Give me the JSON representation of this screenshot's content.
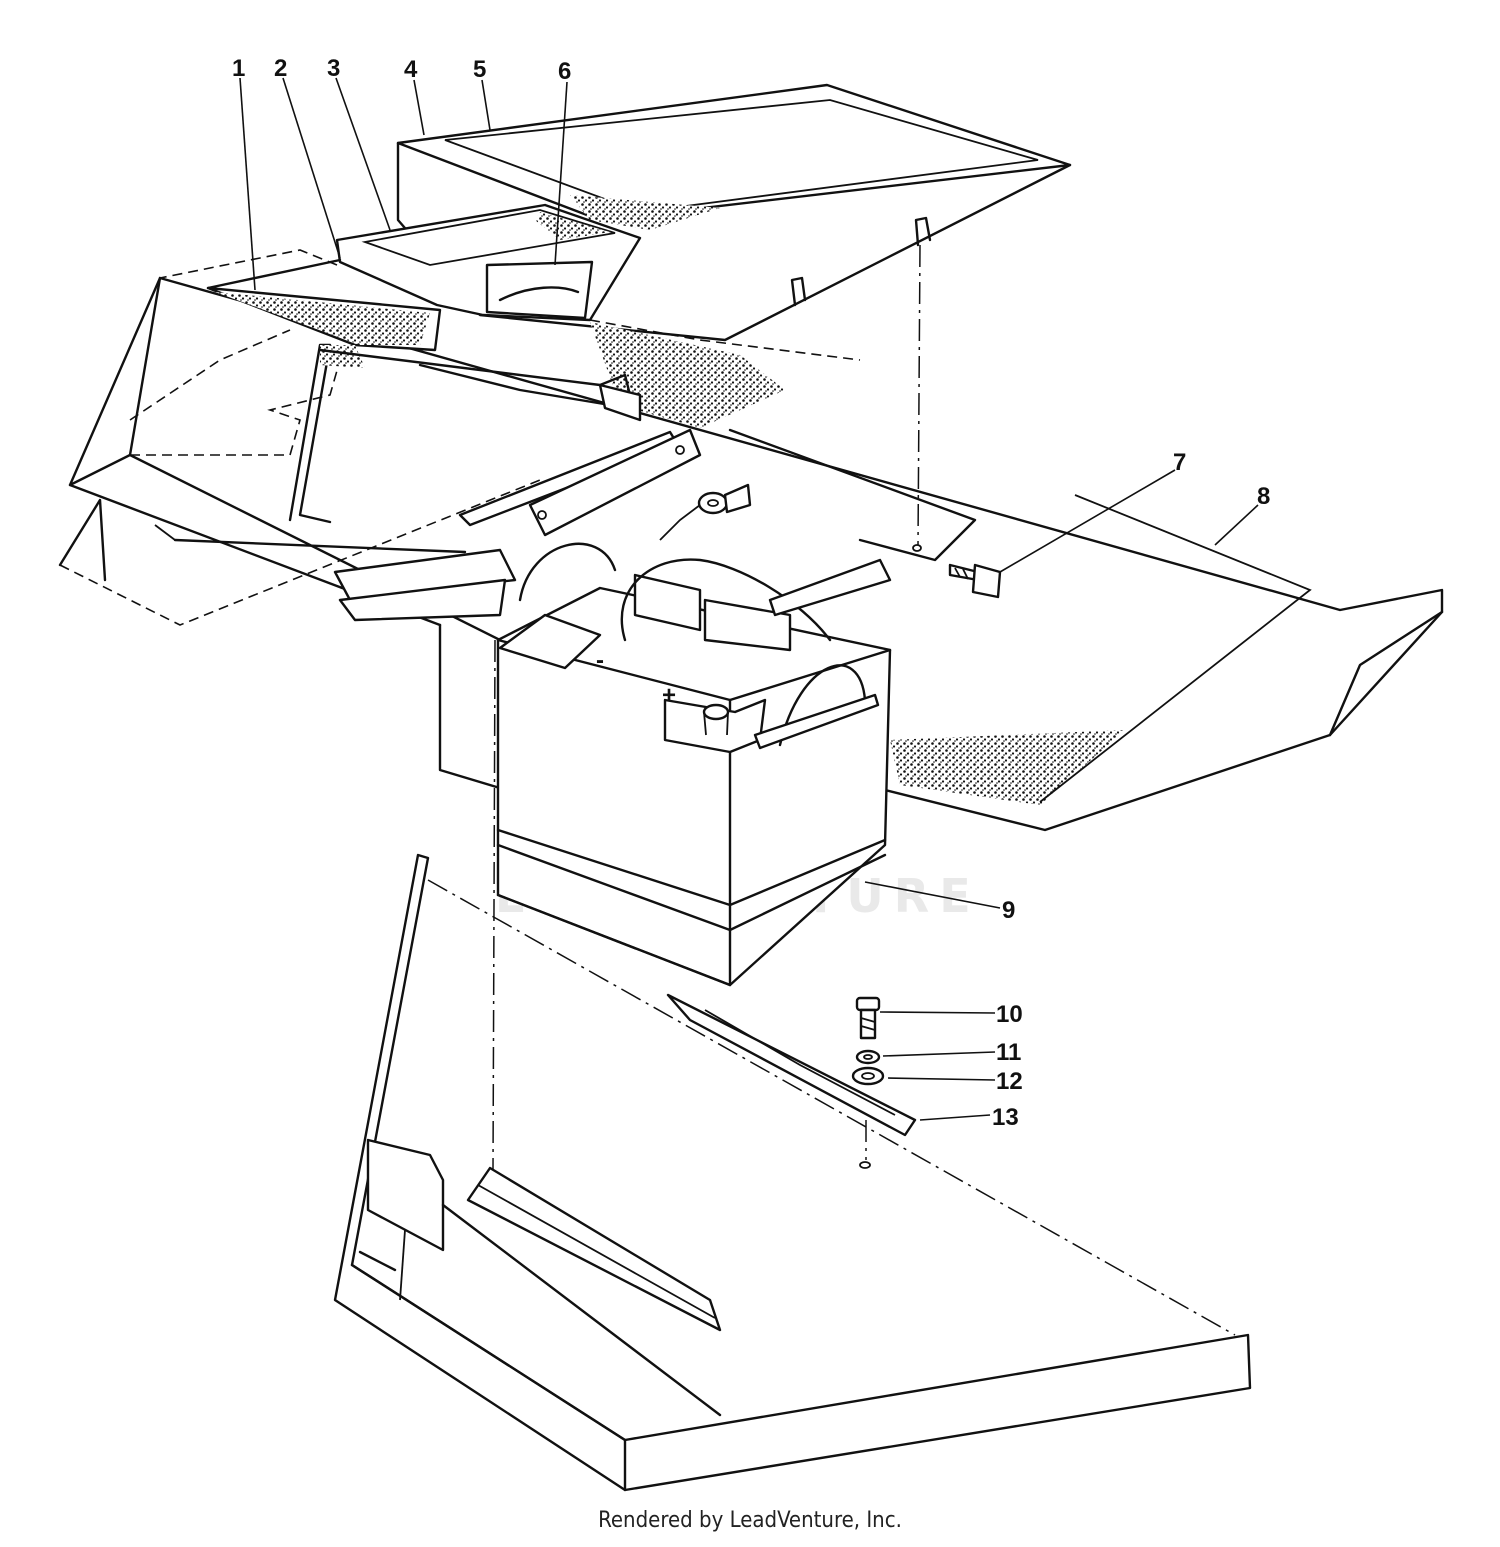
{
  "callouts": [
    {
      "id": "1",
      "label": "1"
    },
    {
      "id": "2",
      "label": "2"
    },
    {
      "id": "3",
      "label": "3"
    },
    {
      "id": "4",
      "label": "4"
    },
    {
      "id": "5",
      "label": "5"
    },
    {
      "id": "6",
      "label": "6"
    },
    {
      "id": "7",
      "label": "7"
    },
    {
      "id": "8",
      "label": "8"
    },
    {
      "id": "9",
      "label": "9"
    },
    {
      "id": "10",
      "label": "10"
    },
    {
      "id": "11",
      "label": "11"
    },
    {
      "id": "12",
      "label": "12"
    },
    {
      "id": "13",
      "label": "13"
    }
  ],
  "battery": {
    "positive_mark": "+",
    "negative_mark": "-"
  },
  "watermark": "LEADVENTURE",
  "credit": "Rendered by LeadVenture, Inc."
}
